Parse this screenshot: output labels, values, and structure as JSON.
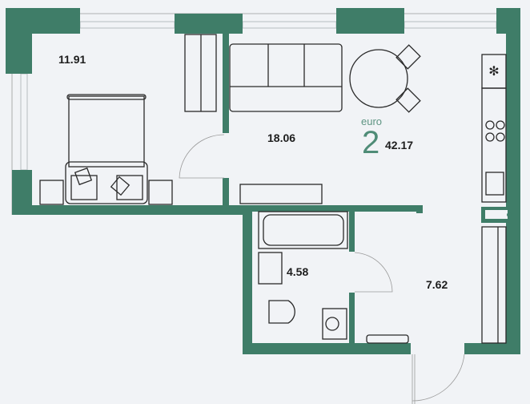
{
  "plan": {
    "type_label": "euro",
    "rooms_count": "2",
    "total_area": "42.17",
    "rooms": [
      {
        "name": "bedroom",
        "area": "11.91"
      },
      {
        "name": "living-kitchen",
        "area": "18.06"
      },
      {
        "name": "bathroom",
        "area": "4.58"
      },
      {
        "name": "hallway",
        "area": "7.62"
      }
    ]
  },
  "colors": {
    "wall": "#3f7d68",
    "background": "#f1f3f6",
    "accent": "#4f8c77"
  }
}
